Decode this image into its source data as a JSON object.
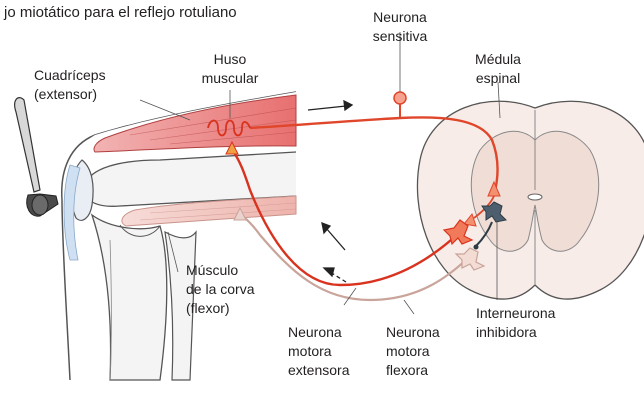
{
  "title": "jo miotático para el reflejo rotuliano",
  "labels": {
    "quadriceps": [
      "Cuadríceps",
      "(extensor)"
    ],
    "spindle": [
      "Huso",
      "muscular"
    ],
    "sensory_neuron": [
      "Neurona",
      "sensitiva"
    ],
    "spinal_cord": [
      "Médula",
      "espinal"
    ],
    "hamstring": [
      "Músculo",
      "de la corva",
      "(flexor)"
    ],
    "extensor_motor": [
      "Neurona",
      "motora",
      "extensora"
    ],
    "flexor_motor": [
      "Neurona",
      "motora",
      "flexora"
    ],
    "interneuron": [
      "Interneurona",
      "inhibidora"
    ]
  },
  "colors": {
    "sensory": "#e0462a",
    "extensor_motor": "#d9331f",
    "flexor_motor": "#c9a49a",
    "interneuron": "#4d5f6e",
    "quadriceps_fill": "#f4a6a6",
    "hamstring_fill": "#f6d0cc",
    "spinal_fill": "#f8ece8",
    "bone_line": "#555555"
  }
}
